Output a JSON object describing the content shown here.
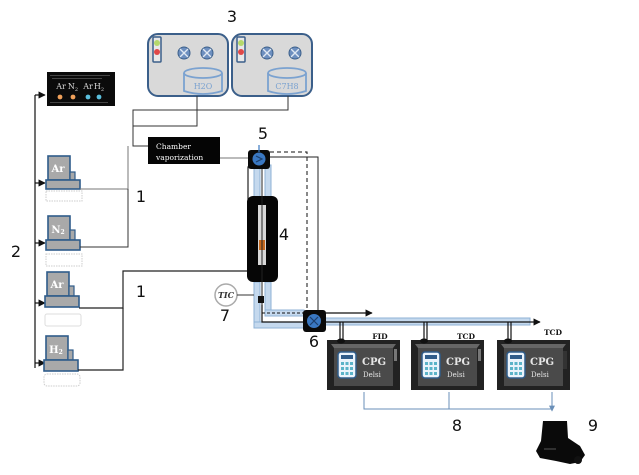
{
  "labels": {
    "n1_upper": "1",
    "n1_lower": "1",
    "n2": "2",
    "n3": "3",
    "n4": "4",
    "n5": "5",
    "n6": "6",
    "n7": "7",
    "n8": "8",
    "n9": "9"
  },
  "flow_display": {
    "gases": [
      "Ar",
      "N",
      "Ar",
      "H"
    ],
    "subscripts": [
      "",
      "2",
      "",
      "2"
    ],
    "dot_colors": [
      "#f0a05a",
      "#f0a05a",
      "#5bc0de",
      "#5bc0de"
    ]
  },
  "saturators": [
    {
      "liquid": "H2O"
    },
    {
      "liquid": "C7H8"
    }
  ],
  "mass_flow_controllers": [
    {
      "gas": "Ar",
      "sub": ""
    },
    {
      "gas": "N",
      "sub": "2"
    },
    {
      "gas": "Ar",
      "sub": ""
    },
    {
      "gas": "H",
      "sub": "2"
    }
  ],
  "chamber": {
    "line1": "Chamber",
    "line2": "vaporization"
  },
  "tic": "TIC",
  "gc_units": [
    {
      "detector": "FID",
      "title": "CPG",
      "brand": "Delsi"
    },
    {
      "detector": "TCD",
      "title": "CPG",
      "brand": "Delsi"
    },
    {
      "detector": "TCD",
      "title": "CPG",
      "brand": "Delsi"
    }
  ],
  "colors": {
    "pipe": "#c5d9ee",
    "pipe_border": "#8fb2d6",
    "blue_accent": "#2f5c8a",
    "valve_blue": "#3a78c2",
    "gc_body": "#4a4a4a",
    "mfc_gray": "#a9a9a9"
  }
}
